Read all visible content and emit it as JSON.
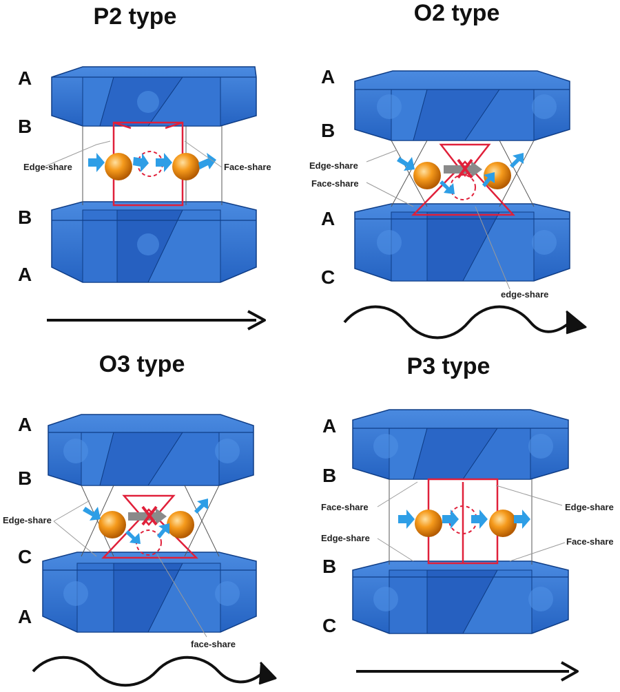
{
  "colors": {
    "slab": "#2f74d0",
    "slab_dark": "#1d5bb4",
    "slab_edge": "#0f3d86",
    "ion": "#f08a12",
    "arrow": "#2e9ee6",
    "site": "#e0203a",
    "blocked_arrow": "#8a8a8a"
  },
  "panels": [
    {
      "id": "p2",
      "title": "P2 type",
      "letters": [
        "A",
        "B",
        "B",
        "A"
      ],
      "labels": [
        "Edge-share",
        "Face-share"
      ],
      "path_style": "straight",
      "site": "prismatic"
    },
    {
      "id": "o2",
      "title": "O2 type",
      "letters": [
        "A",
        "B",
        "A",
        "C"
      ],
      "labels": [
        "Edge-share",
        "Face-share",
        "edge-share"
      ],
      "path_style": "wavy",
      "site": "octahedral"
    },
    {
      "id": "o3",
      "title": "O3 type",
      "letters": [
        "A",
        "B",
        "C",
        "A"
      ],
      "labels": [
        "Edge-share",
        "face-share"
      ],
      "path_style": "wavy",
      "site": "octahedral"
    },
    {
      "id": "p3",
      "title": "P3 type",
      "letters": [
        "A",
        "B",
        "B",
        "C"
      ],
      "labels": [
        "Face-share",
        "Edge-share",
        "Edge-share",
        "Face-share"
      ],
      "path_style": "straight",
      "site": "prismatic"
    }
  ]
}
